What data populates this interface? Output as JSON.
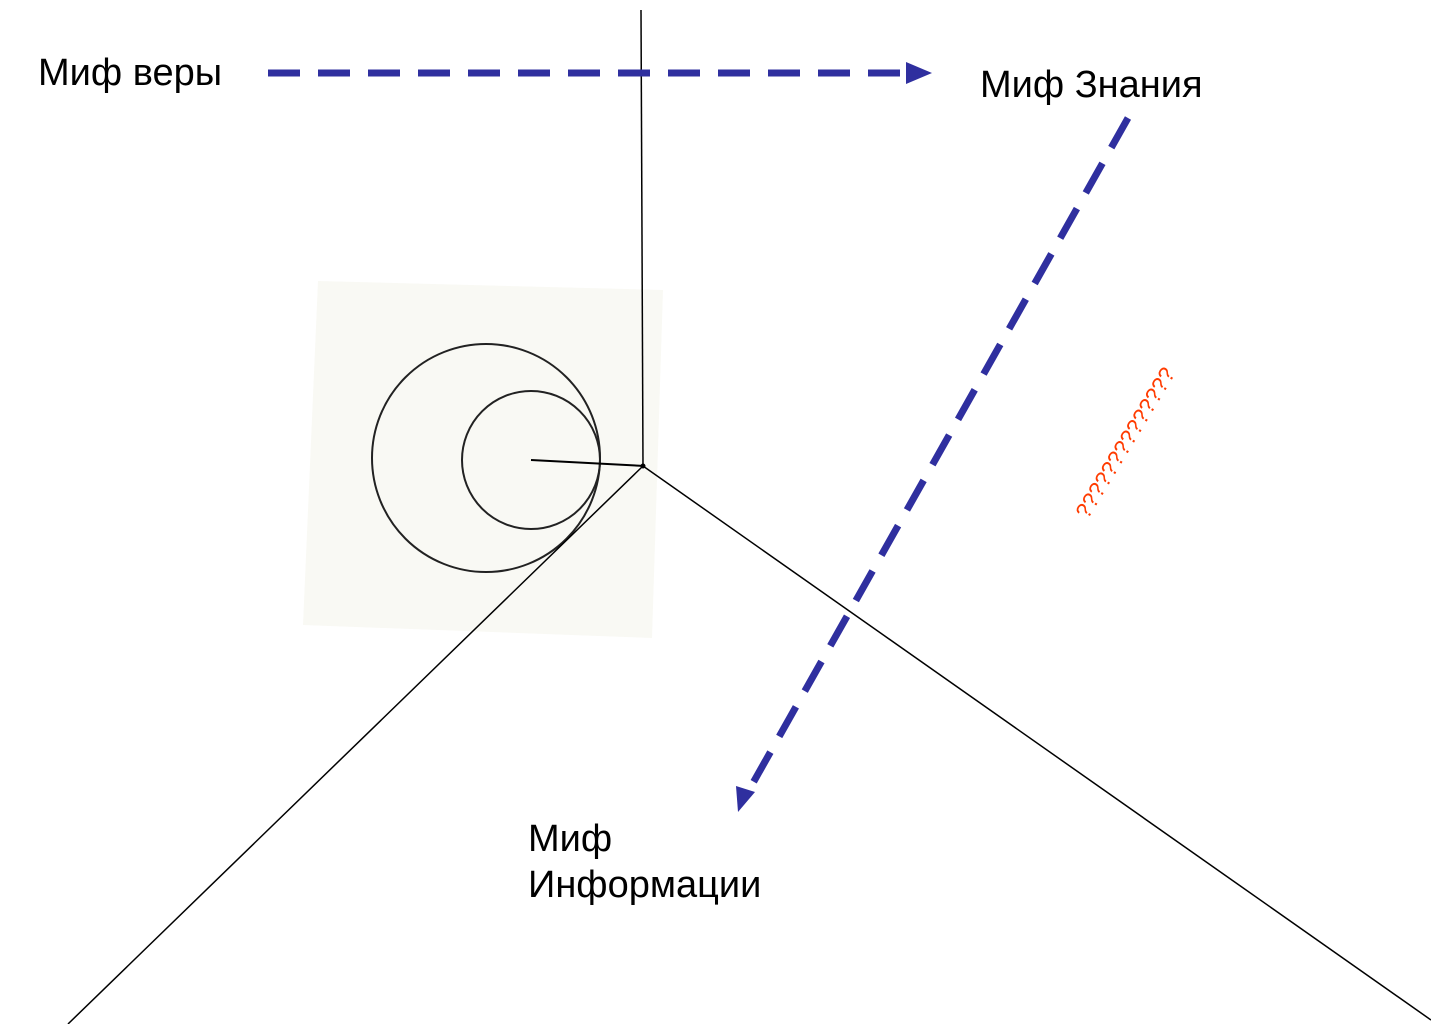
{
  "labels": {
    "faith": "Миф веры",
    "knowledge": "Миф Знания",
    "information_line1": "Миф",
    "information_line2": "Информации"
  },
  "question_marks": "??????????????",
  "colors": {
    "arrow": "#2f2f9f",
    "axes": "#000000",
    "question_marks": "#ff3b00",
    "inset_background": "#f9f9f4"
  },
  "icons": {
    "inset": "nested-circles-icon"
  }
}
